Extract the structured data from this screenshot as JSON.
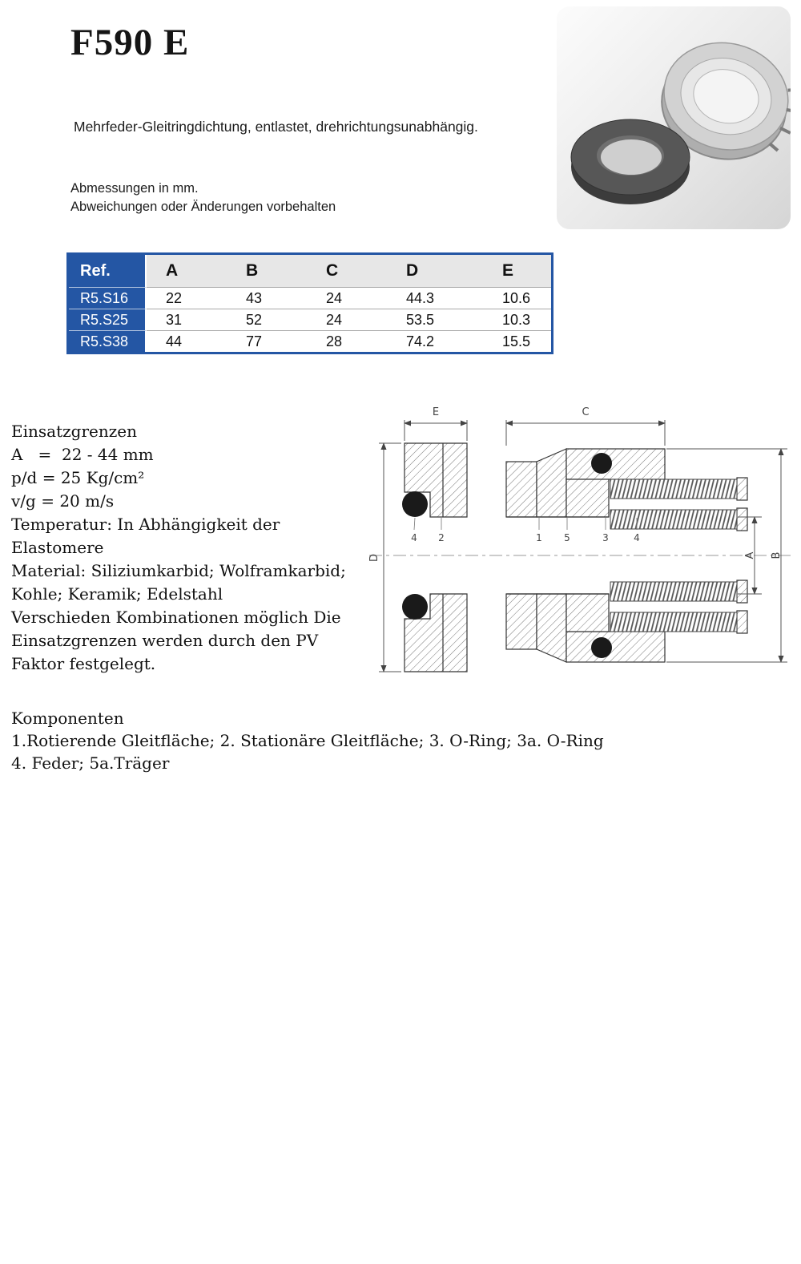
{
  "title": "F590 E",
  "subtitle": "Mehrfeder-Gleitringdichtung, entlastet, drehrichtungsunabhängig.",
  "notes": {
    "line1": "Abmessungen in mm.",
    "line2": "Abweichungen oder Änderungen vorbehalten"
  },
  "colors": {
    "accent": "#2456a4",
    "table_header_bg": "#e7e7e7"
  },
  "table": {
    "ref_header": "Ref.",
    "columns": [
      "A",
      "B",
      "C",
      "D",
      "E"
    ],
    "rows": [
      {
        "ref": "R5.S16",
        "values": [
          "22",
          "43",
          "24",
          "44.3",
          "10.6"
        ]
      },
      {
        "ref": "R5.S25",
        "values": [
          "31",
          "52",
          "24",
          "53.5",
          "10.3"
        ]
      },
      {
        "ref": "R5.S38",
        "values": [
          "44",
          "77",
          "28",
          "74.2",
          "15.5"
        ]
      }
    ]
  },
  "specs": {
    "lines": [
      "Einsatzgrenzen",
      "A   =  22 - 44 mm",
      "p/d = 25 Kg/cm²",
      "v/g = 20 m/s",
      "Temperatur: In Abhängigkeit der",
      "Elastomere",
      "Material: Siliziumkarbid; Wolframkarbid;",
      "Kohle; Keramik; Edelstahl",
      "Verschieden Kombinationen möglich Die",
      "Einsatzgrenzen werden durch den PV",
      "Faktor festgelegt."
    ]
  },
  "komponenten": {
    "heading": "Komponenten",
    "line1": "1.Rotierende Gleitfläche; 2. Stationäre Gleitfläche; 3. O-Ring; 3a. O-Ring",
    "line2": "4. Feder; 5a.Träger"
  },
  "drawing": {
    "dims": {
      "e": "E",
      "c": "C",
      "d": "D",
      "a": "A",
      "b": "B"
    },
    "part_labels": [
      "4",
      "2",
      "1",
      "5",
      "3",
      "4"
    ]
  }
}
